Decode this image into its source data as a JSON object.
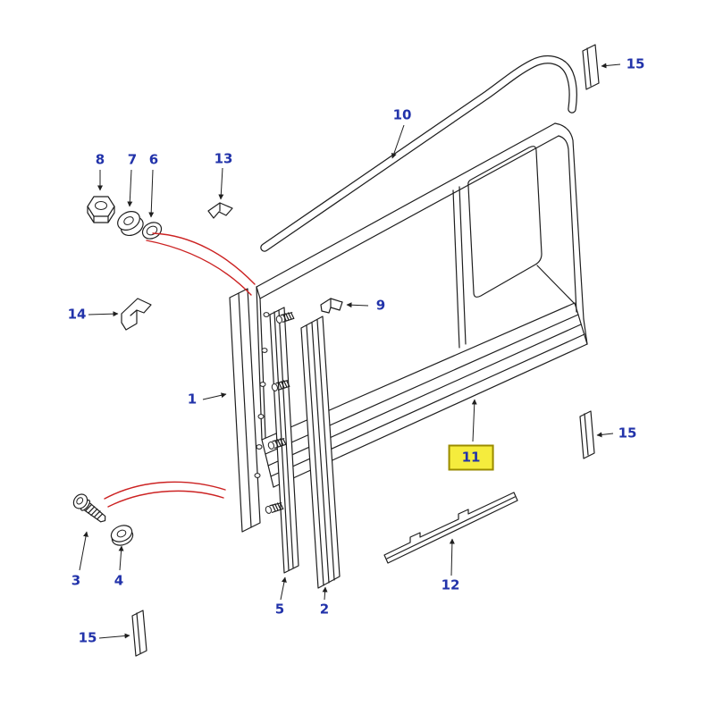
{
  "colors": {
    "label": "#2233aa",
    "line": "#1f1f1f",
    "red": "#cc2222",
    "highlight": "#f5ec3d",
    "highlight-border": "#9a8b00",
    "bg": "#ffffff"
  },
  "selected_callout": "11",
  "callouts": [
    {
      "label": "8"
    },
    {
      "label": "7"
    },
    {
      "label": "6"
    },
    {
      "label": "13"
    },
    {
      "label": "10"
    },
    {
      "label": "15"
    },
    {
      "label": "14"
    },
    {
      "label": "9"
    },
    {
      "label": "1"
    },
    {
      "label": "15"
    },
    {
      "label": "11",
      "highlighted": true
    },
    {
      "label": "3"
    },
    {
      "label": "4"
    },
    {
      "label": "5"
    },
    {
      "label": "2"
    },
    {
      "label": "12"
    },
    {
      "label": "15"
    }
  ]
}
